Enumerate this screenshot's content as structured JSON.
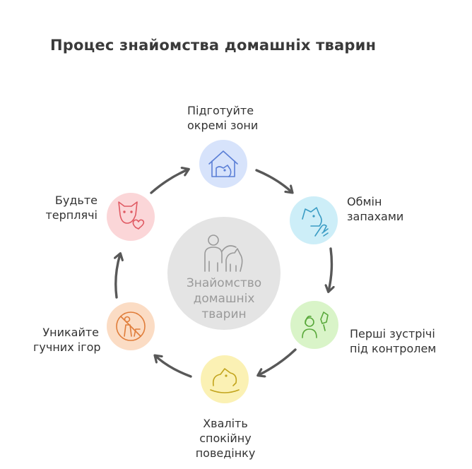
{
  "title": "Процес знайомства домашніх тварин",
  "center": {
    "lines": [
      "Знайомство",
      "домашніх",
      "тварин"
    ],
    "icon": "person-with-pet-icon",
    "color": "#e4e4e4"
  },
  "steps": [
    {
      "lines": [
        "Підготуйте",
        "окремі зони"
      ],
      "icon": "pet-house-icon",
      "color": "#d7e3fb",
      "icon_color": "#5b7fd6"
    },
    {
      "lines": [
        "Обмін",
        "запахами"
      ],
      "icon": "hand-sniffing-dog-icon",
      "color": "#cdeef8",
      "icon_color": "#3a9cc4"
    },
    {
      "lines": [
        "Перші зустрічі",
        "під контролем"
      ],
      "icon": "person-and-pet-icon",
      "color": "#d9f4c8",
      "icon_color": "#58a83a"
    },
    {
      "lines": [
        "Хваліть",
        "спокійну",
        "поведінку"
      ],
      "icon": "calm-dog-icon",
      "color": "#fbf1b4",
      "icon_color": "#c2a41c"
    },
    {
      "lines": [
        "Уникайте",
        "гучних ігор"
      ],
      "icon": "no-loud-play-icon",
      "color": "#fbdcc4",
      "icon_color": "#e07d3a"
    },
    {
      "lines": [
        "Будьте",
        "терплячі"
      ],
      "icon": "cat-with-heart-icon",
      "color": "#fbd6d8",
      "icon_color": "#e05a63"
    }
  ]
}
